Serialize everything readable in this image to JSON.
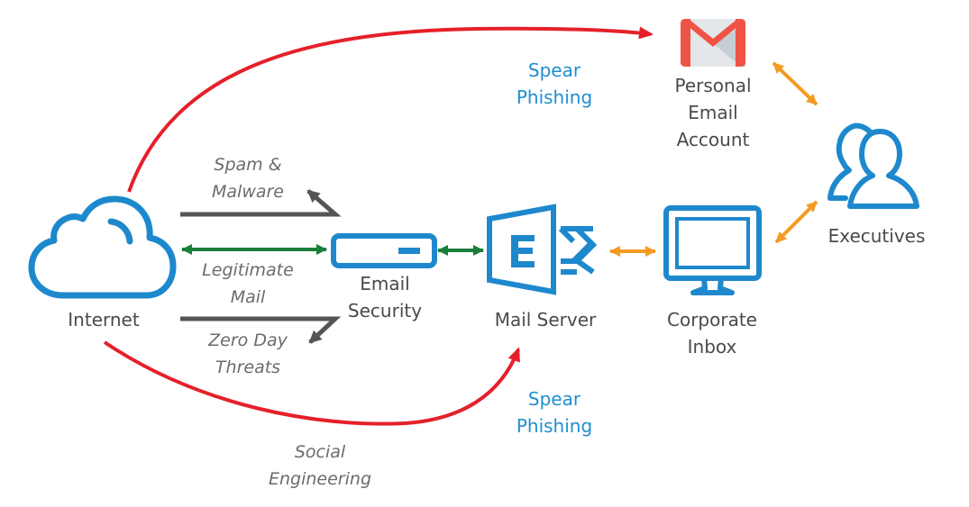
{
  "colors": {
    "icon_blue": "#1e88cd",
    "threat_red": "#e5202a",
    "legit_green": "#1a7f3b",
    "filter_gray": "#555555",
    "user_orange": "#f39c24",
    "gmail_red": "#ef5345",
    "spear_text": "#1e8fd0"
  },
  "nodes": {
    "internet": {
      "label": [
        "Internet"
      ],
      "icon": "cloud-icon"
    },
    "email_security": {
      "label": [
        "Email",
        "Security"
      ],
      "icon": "appliance-icon"
    },
    "mail_server": {
      "label": [
        "Mail Server"
      ],
      "icon": "exchange-icon"
    },
    "corporate_inbox": {
      "label": [
        "Corporate",
        "Inbox"
      ],
      "icon": "monitor-icon"
    },
    "personal_email": {
      "label": [
        "Personal",
        "Email",
        "Account"
      ],
      "icon": "gmail-icon"
    },
    "executives": {
      "label": [
        "Executives"
      ],
      "icon": "users-icon"
    }
  },
  "flows": {
    "spam": {
      "label": [
        "Spam &",
        "Malware"
      ]
    },
    "legit": {
      "label": [
        "Legitimate",
        "Mail"
      ]
    },
    "zero_day": {
      "label": [
        "Zero Day",
        "Threats"
      ]
    },
    "social": {
      "label": [
        "Social",
        "Engineering"
      ]
    },
    "spear_top": {
      "label": [
        "Spear",
        "Phishing"
      ]
    },
    "spear_bottom": {
      "label": [
        "Spear",
        "Phishing"
      ]
    }
  },
  "edges": [
    {
      "from": "internet",
      "to": "personal_email",
      "type": "threat",
      "label": "Spear Phishing"
    },
    {
      "from": "internet",
      "to": "mail_server",
      "type": "threat",
      "label": "Social Engineering / Spear Phishing"
    },
    {
      "from": "internet",
      "to": "email_security",
      "type": "legit",
      "bidirectional": true,
      "label": "Legitimate Mail"
    },
    {
      "from": "email_security",
      "to": "mail_server",
      "type": "legit",
      "bidirectional": true
    },
    {
      "from": "mail_server",
      "to": "corporate_inbox",
      "type": "user",
      "bidirectional": true
    },
    {
      "from": "corporate_inbox",
      "to": "executives",
      "type": "user",
      "bidirectional": true
    },
    {
      "from": "personal_email",
      "to": "executives",
      "type": "user",
      "bidirectional": true
    },
    {
      "from": "internet",
      "to": "email_security",
      "type": "blocked",
      "label": "Spam & Malware"
    },
    {
      "from": "internet",
      "to": "email_security",
      "type": "blocked",
      "label": "Zero Day Threats"
    }
  ]
}
